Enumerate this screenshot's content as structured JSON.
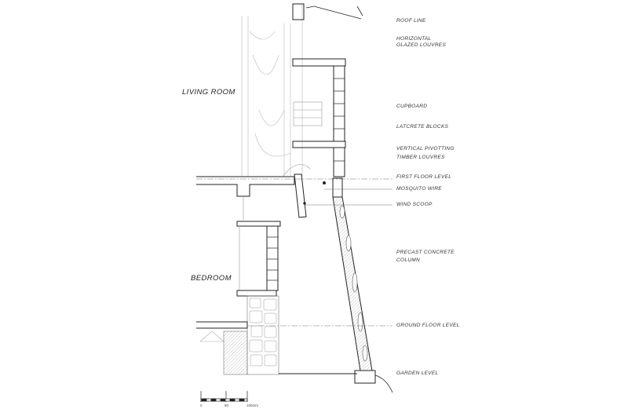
{
  "rooms": {
    "living_room": "LIVING ROOM",
    "bedroom": "BEDROOM"
  },
  "annotations": {
    "roof_line": "ROOF LINE",
    "glazed_louvres_1": "HORIZONTAL",
    "glazed_louvres_2": "GLAZED LOUVRES",
    "cupboard": "CUPBOARD",
    "latcrete_blocks": "LATCRETE BLOCKS",
    "timber_louvres_1": "VERTICAL PIVOTTING",
    "timber_louvres_2": "TIMBER LOUVRES",
    "first_floor_level": "FIRST FLOOR LEVEL",
    "mosquito_wire": "MOSQUITO WIRE",
    "wind_scoop": "WIND SCOOP",
    "column_1": "PRECAST CONCRETE",
    "column_2": "COLUMN",
    "ground_floor_level": "GROUND FLOOR LEVEL",
    "garden_level": "GARDEN LEVEL"
  },
  "scale_bar": {
    "ticks": [
      "0",
      "50",
      "100mm"
    ]
  },
  "colors": {
    "line": "#222222",
    "hatch": "#888888",
    "background": "#ffffff"
  }
}
